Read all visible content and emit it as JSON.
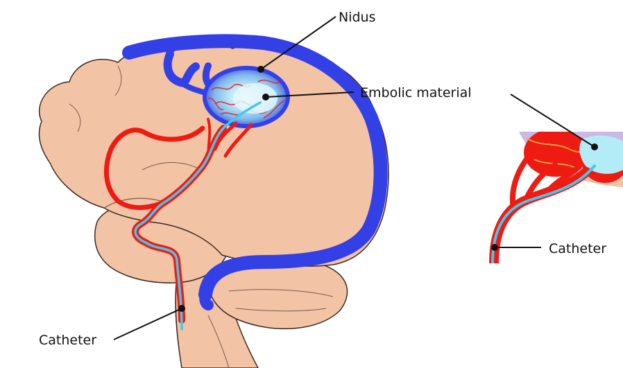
{
  "labels": {
    "nidus": "Nidus",
    "embolic_material": "Embolic material",
    "catheter_main": "Catheter",
    "catheter_inset": "Catheter"
  },
  "colors": {
    "skin": "#f3c3a5",
    "outline": "#3a2a22",
    "vein": "#3340e6",
    "artery": "#ee1b13",
    "catheter": "#45c6ec",
    "embolic": "#cdeffa",
    "leader": "#111111"
  }
}
